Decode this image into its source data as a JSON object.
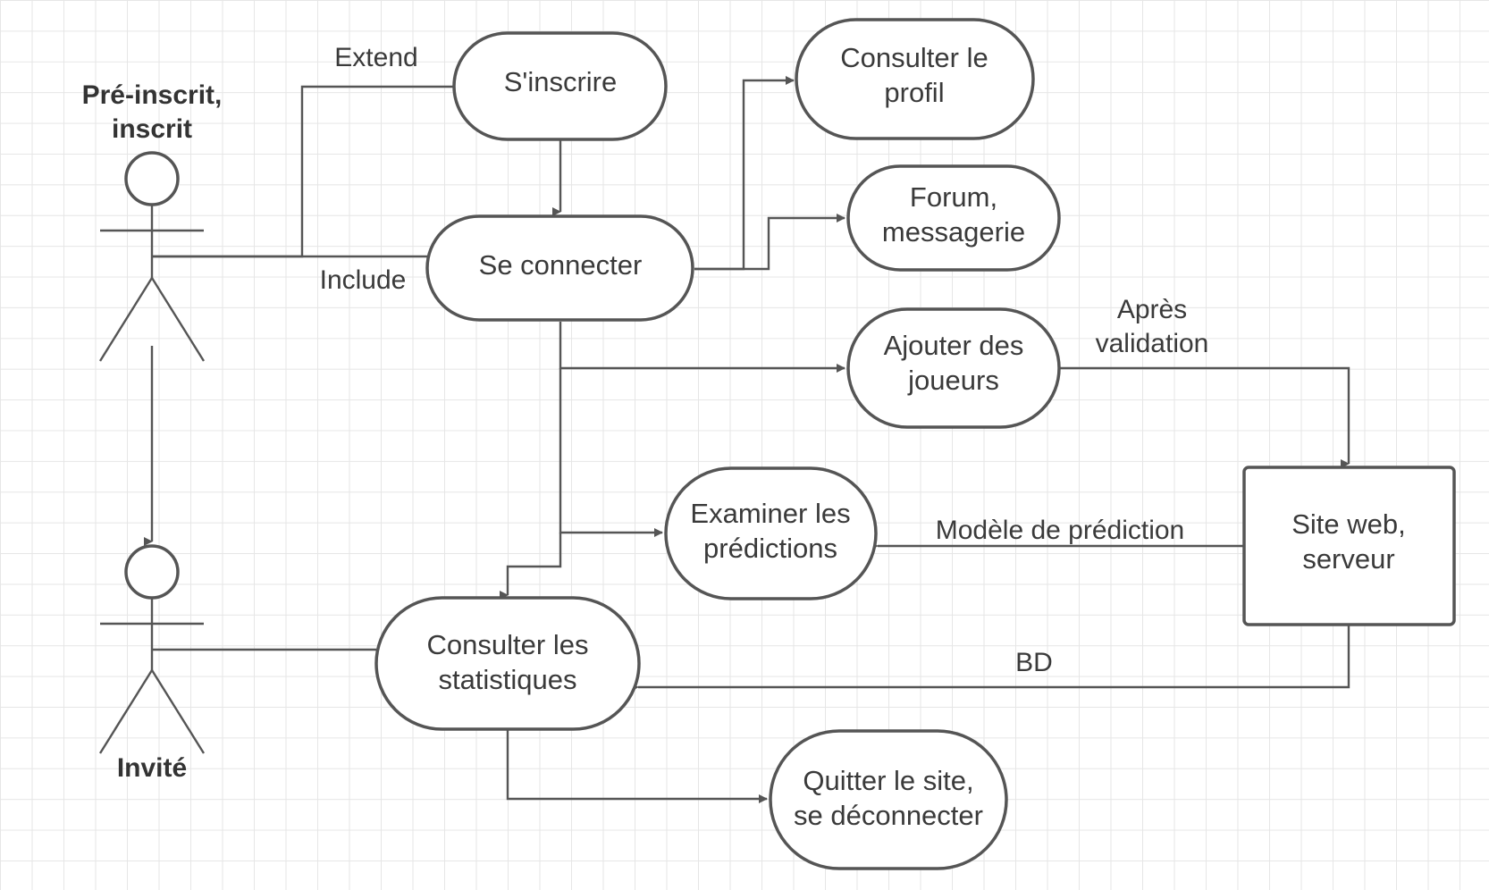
{
  "actors": {
    "preinscrit": {
      "lines": [
        "Pré-inscrit,",
        "inscrit"
      ]
    },
    "invite": {
      "lines": [
        "Invité"
      ]
    }
  },
  "nodes": {
    "sinscrire": {
      "lines": [
        "S'inscrire"
      ]
    },
    "consulter_profil": {
      "lines": [
        "Consulter le",
        "profil"
      ]
    },
    "forum": {
      "lines": [
        "Forum,",
        "messagerie"
      ]
    },
    "se_connecter": {
      "lines": [
        "Se connecter"
      ]
    },
    "ajouter_joueurs": {
      "lines": [
        "Ajouter des",
        "joueurs"
      ]
    },
    "examiner_predictions": {
      "lines": [
        "Examiner les",
        "prédictions"
      ]
    },
    "site_web": {
      "lines": [
        "Site web,",
        "serveur"
      ]
    },
    "consulter_statistiques": {
      "lines": [
        "Consulter les",
        "statistiques"
      ]
    },
    "quitter": {
      "lines": [
        "Quitter le site,",
        "se déconnecter"
      ]
    }
  },
  "edge_labels": {
    "extend": {
      "lines": [
        "Extend"
      ]
    },
    "include": {
      "lines": [
        "Include"
      ]
    },
    "apres_validation": {
      "lines": [
        "Après",
        "validation"
      ]
    },
    "modele_prediction": {
      "lines": [
        "Modèle de prédiction"
      ]
    },
    "bd": {
      "lines": [
        "BD"
      ]
    }
  },
  "colors": {
    "stroke": "#555555",
    "text": "#3a3a3a",
    "grid": "#e6e6e6",
    "background": "#ffffff"
  }
}
